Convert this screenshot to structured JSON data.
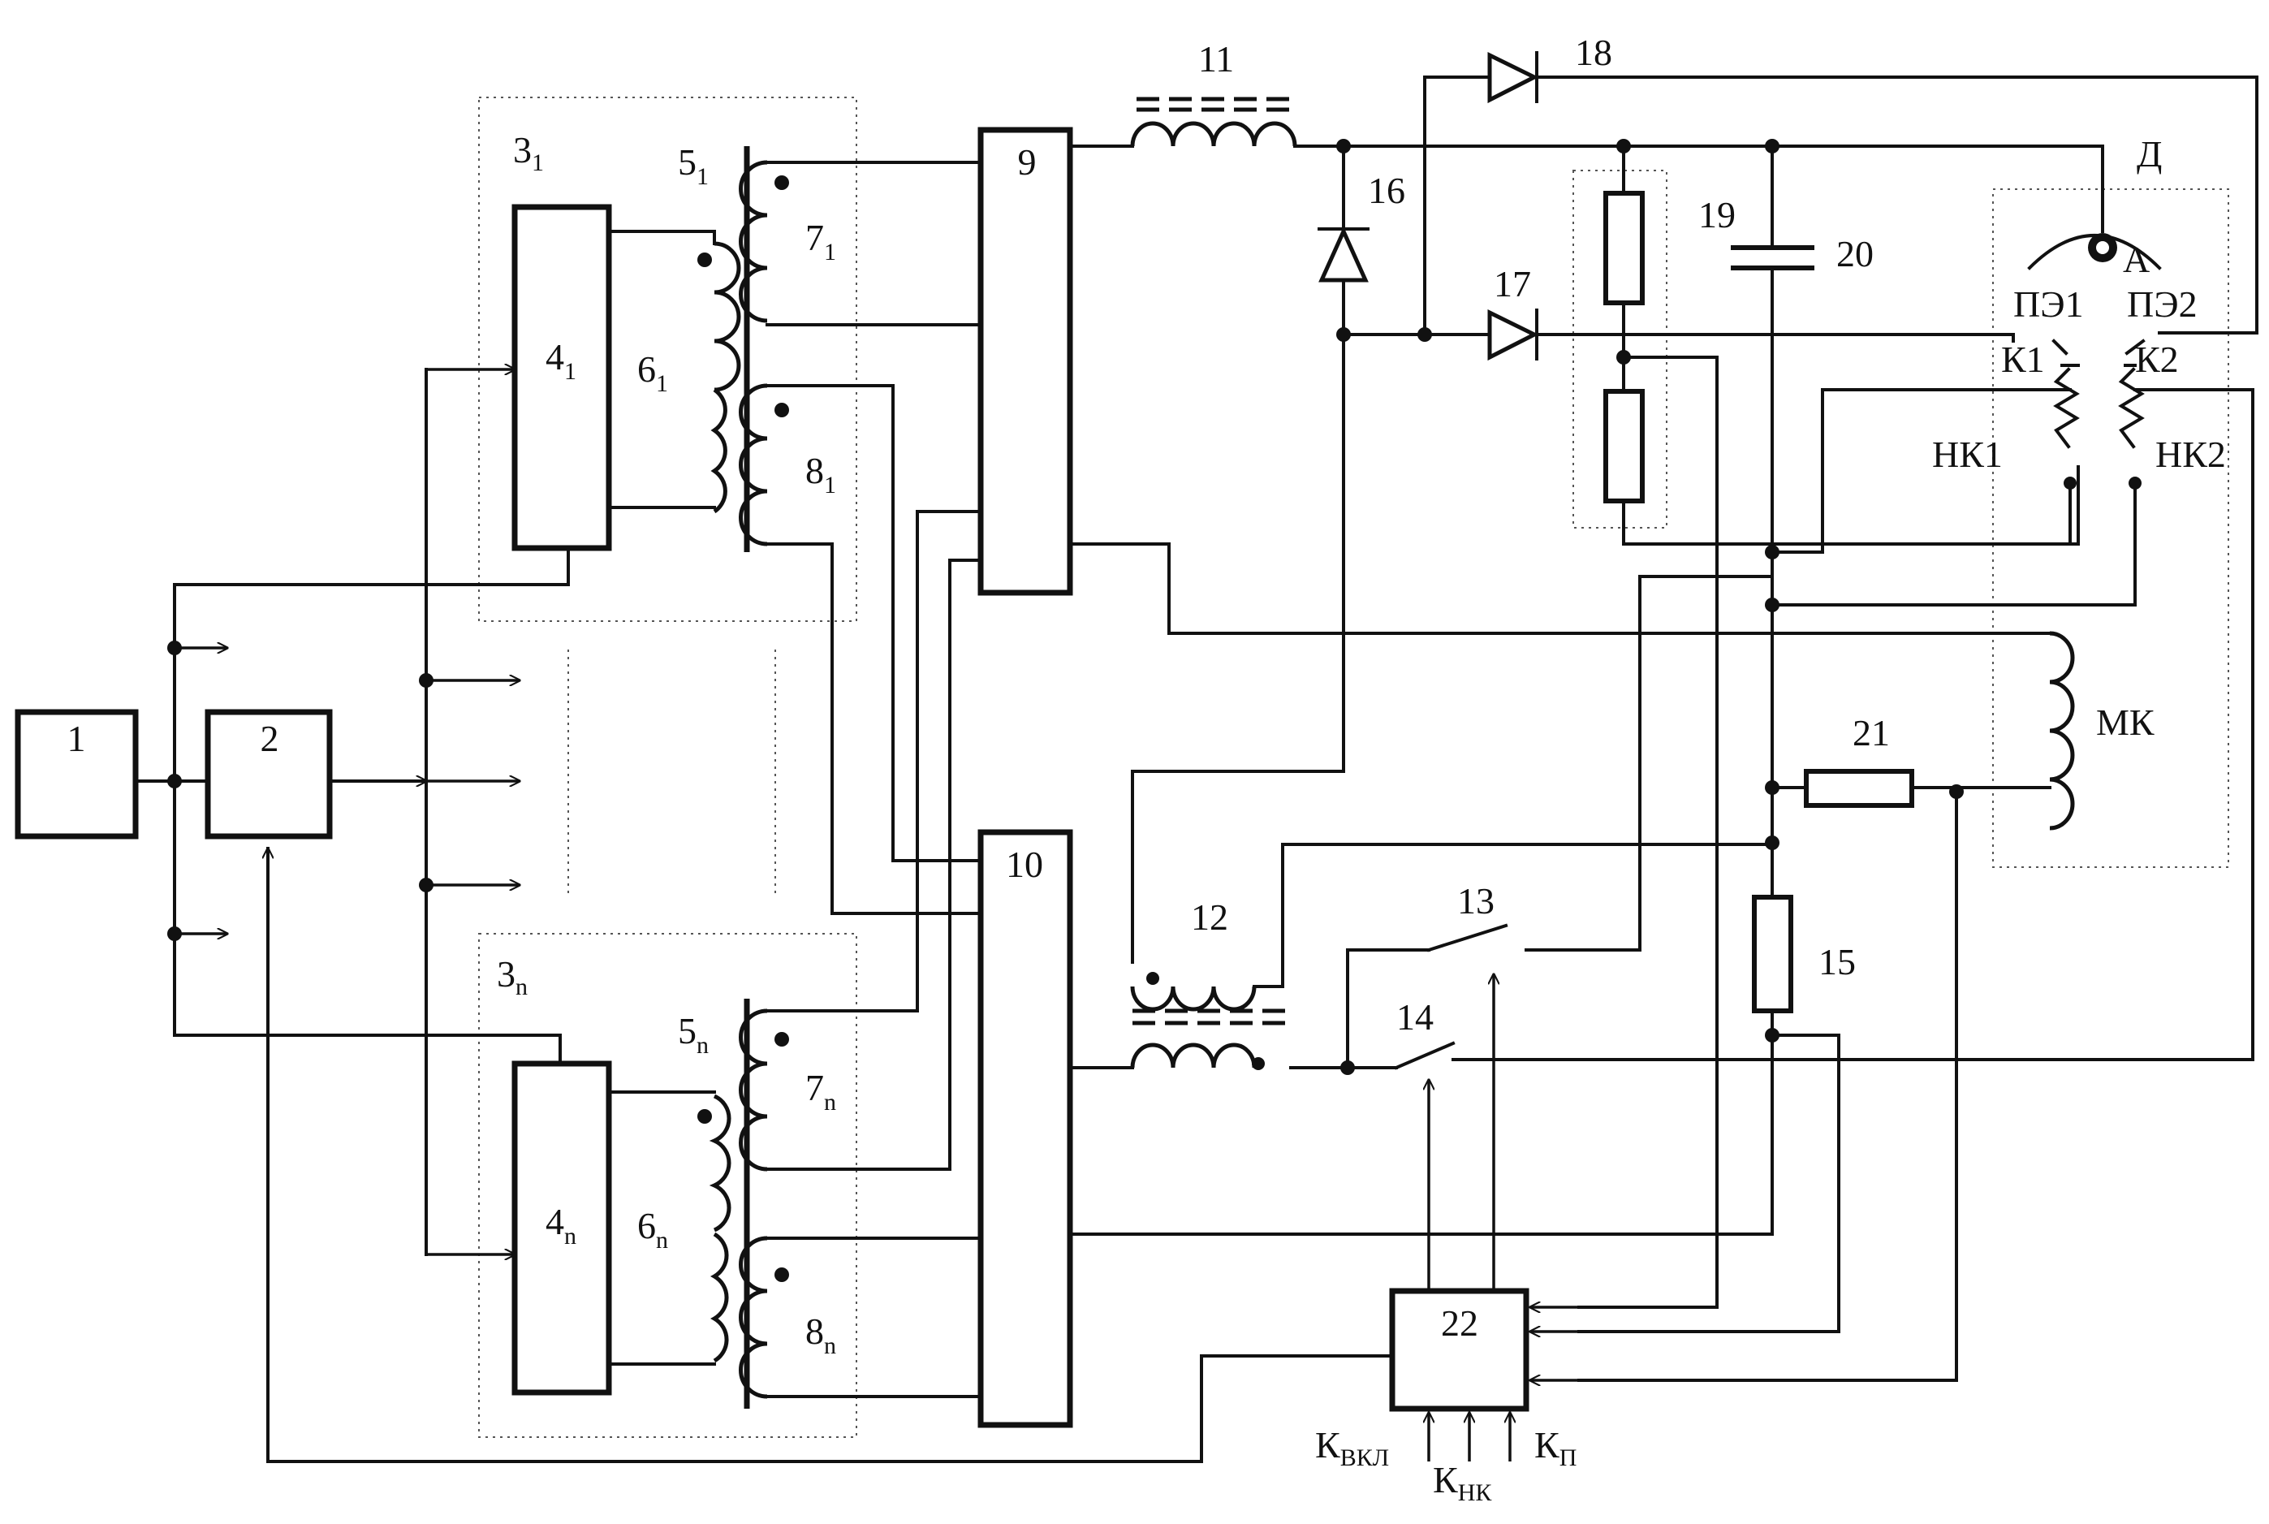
{
  "labels": {
    "b1": "1",
    "b2": "2",
    "b3_1": "3",
    "b3_1_sub": "1",
    "b3_n": "3",
    "b3_n_sub": "n",
    "b4_1": "4",
    "b4_1_sub": "1",
    "b4_n": "4",
    "b4_n_sub": "n",
    "t5_1": "5",
    "t5_1_sub": "1",
    "t5_n": "5",
    "t5_n_sub": "n",
    "w6_1": "6",
    "w6_1_sub": "1",
    "w6_n": "6",
    "w6_n_sub": "n",
    "w7_1": "7",
    "w7_1_sub": "1",
    "w7_n": "7",
    "w7_n_sub": "n",
    "w8_1": "8",
    "w8_1_sub": "1",
    "w8_n": "8",
    "w8_n_sub": "n",
    "b9": "9",
    "b10": "10",
    "l11": "11",
    "l12": "12",
    "s13": "13",
    "s14": "14",
    "r15": "15",
    "d16": "16",
    "d17": "17",
    "d18": "18",
    "n19": "19",
    "c20": "20",
    "r21": "21",
    "b22": "22",
    "D": "Д",
    "A": "А",
    "PE1": "ПЭ1",
    "PE2": "ПЭ2",
    "K1": "К1",
    "K2": "К2",
    "NK1": "НК1",
    "NK2": "НК2",
    "MK": "МК",
    "Kvkl": "К",
    "Kvkl_sub": "ВКЛ",
    "Knk": "К",
    "Knk_sub": "НК",
    "Kp": "К",
    "Kp_sub": "П"
  }
}
